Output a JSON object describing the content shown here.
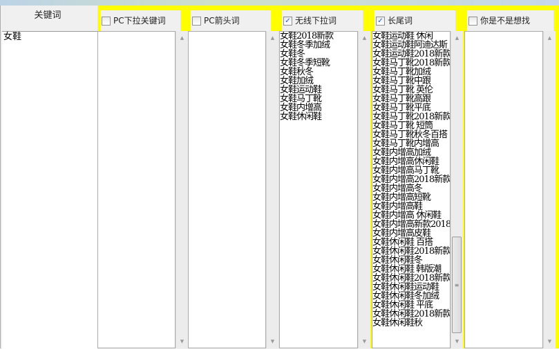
{
  "keyword_panel": {
    "header": "关键词",
    "value": "女鞋"
  },
  "columns": [
    {
      "label": "PC下拉关键词",
      "checked": false,
      "items": []
    },
    {
      "label": "PC箭头词",
      "checked": false,
      "items": []
    },
    {
      "label": "无线下拉词",
      "checked": true,
      "items": [
        "女鞋2018新款",
        "女鞋冬季加绒",
        "女鞋冬",
        "女鞋冬季短靴",
        "女鞋秋冬",
        "女鞋加绒",
        "女鞋运动鞋",
        "女鞋马丁靴",
        "女鞋内增高",
        "女鞋休闲鞋"
      ]
    },
    {
      "label": "长尾词",
      "checked": true,
      "items": [
        "女鞋运动鞋 休闲 ",
        "女鞋运动鞋阿迪达斯",
        "女鞋运动鞋2018新款",
        "女鞋马丁靴2018新款",
        "女鞋马丁靴加绒",
        "女鞋马丁靴中跟",
        "女鞋马丁靴 英伦",
        "女鞋马丁靴高跟",
        "女鞋马丁靴平底",
        "女鞋马丁靴2018新款",
        "女鞋马丁靴 短筒",
        "女鞋马丁靴秋冬百搭",
        "女鞋马丁靴内增高",
        "女鞋内增高加绒",
        "女鞋内增高休闲鞋",
        "女鞋内增高马丁靴",
        "女鞋内增高2018新款",
        "女鞋内增高冬",
        "女鞋内增高短靴",
        "女鞋内增高鞋",
        "女鞋内增高 休闲鞋",
        "女鞋内增高新款2018",
        "女鞋内增高皮鞋",
        "女鞋休闲鞋 百搭",
        "女鞋休闲鞋2018新款",
        "女鞋休闲鞋冬",
        "女鞋休闲鞋 韩版潮",
        "女鞋休闲鞋2018新款",
        "女鞋休闲鞋运动鞋",
        "女鞋休闲鞋冬加绒",
        "女鞋休闲鞋 平底",
        "女鞋休闲鞋2018新款",
        "女鞋休闲鞋秋"
      ]
    },
    {
      "label": "你是不是想找",
      "checked": false,
      "items": []
    }
  ],
  "colors": {
    "highlight": "#ffff00",
    "check": "#2a54b8"
  }
}
